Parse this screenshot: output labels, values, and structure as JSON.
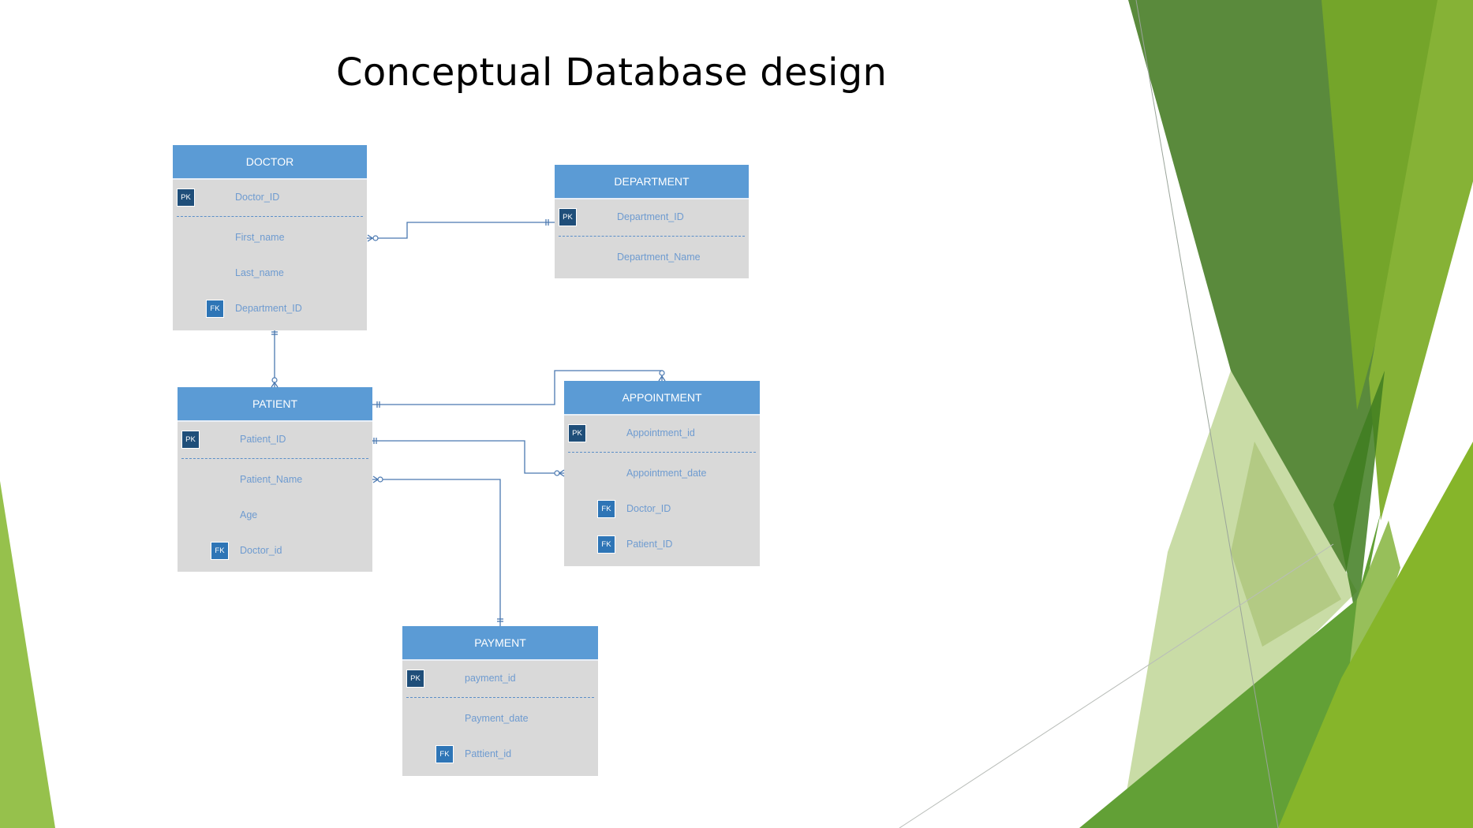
{
  "slide": {
    "title": "Conceptual Database design"
  },
  "theme": {
    "header_color": "#5b9bd5",
    "body_color": "#d9d9d9",
    "pk_color": "#1f4e79",
    "fk_color": "#2e75b6",
    "attr_text_color": "#6e9bd0",
    "connector_color": "#4a78b0"
  },
  "entities": {
    "doctor": {
      "name": "DOCTOR",
      "pk": {
        "badge": "PK",
        "attr": "Doctor_ID"
      },
      "attrs": [
        {
          "attr": "First_name"
        },
        {
          "attr": "Last_name"
        },
        {
          "attr": "Department_ID",
          "badge": "FK"
        }
      ]
    },
    "department": {
      "name": "DEPARTMENT",
      "pk": {
        "badge": "PK",
        "attr": "Department_ID"
      },
      "attrs": [
        {
          "attr": "Department_Name"
        }
      ]
    },
    "patient": {
      "name": "PATIENT",
      "pk": {
        "badge": "PK",
        "attr": "Patient_ID"
      },
      "attrs": [
        {
          "attr": "Patient_Name"
        },
        {
          "attr": "Age"
        },
        {
          "attr": "Doctor_id",
          "badge": "FK"
        }
      ]
    },
    "appointment": {
      "name": "APPOINTMENT",
      "pk": {
        "badge": "PK",
        "attr": "Appointment_id"
      },
      "attrs": [
        {
          "attr": "Appointment_date"
        },
        {
          "attr": "Doctor_ID",
          "badge": "FK"
        },
        {
          "attr": "Patient_ID",
          "badge": "FK"
        }
      ]
    },
    "payment": {
      "name": "PAYMENT",
      "pk": {
        "badge": "PK",
        "attr": "payment_id"
      },
      "attrs": [
        {
          "attr": "Payment_date"
        },
        {
          "attr": "Pattient_id",
          "badge": "FK"
        }
      ]
    }
  },
  "relationships": [
    {
      "from": "DOCTOR",
      "from_card": "zero-or-many",
      "to": "DEPARTMENT",
      "to_card": "exactly-one"
    },
    {
      "from": "DOCTOR",
      "from_card": "exactly-one",
      "to": "PATIENT",
      "to_card": "zero-or-many"
    },
    {
      "from": "PATIENT",
      "from_card": "exactly-one",
      "to": "APPOINTMENT",
      "to_card": "zero-or-many"
    },
    {
      "from": "PATIENT",
      "from_card": "exactly-one",
      "to": "APPOINTMENT",
      "to_card": "zero-or-many"
    },
    {
      "from": "PATIENT",
      "from_card": "zero-or-many",
      "to": "PAYMENT",
      "to_card": "exactly-one"
    }
  ]
}
